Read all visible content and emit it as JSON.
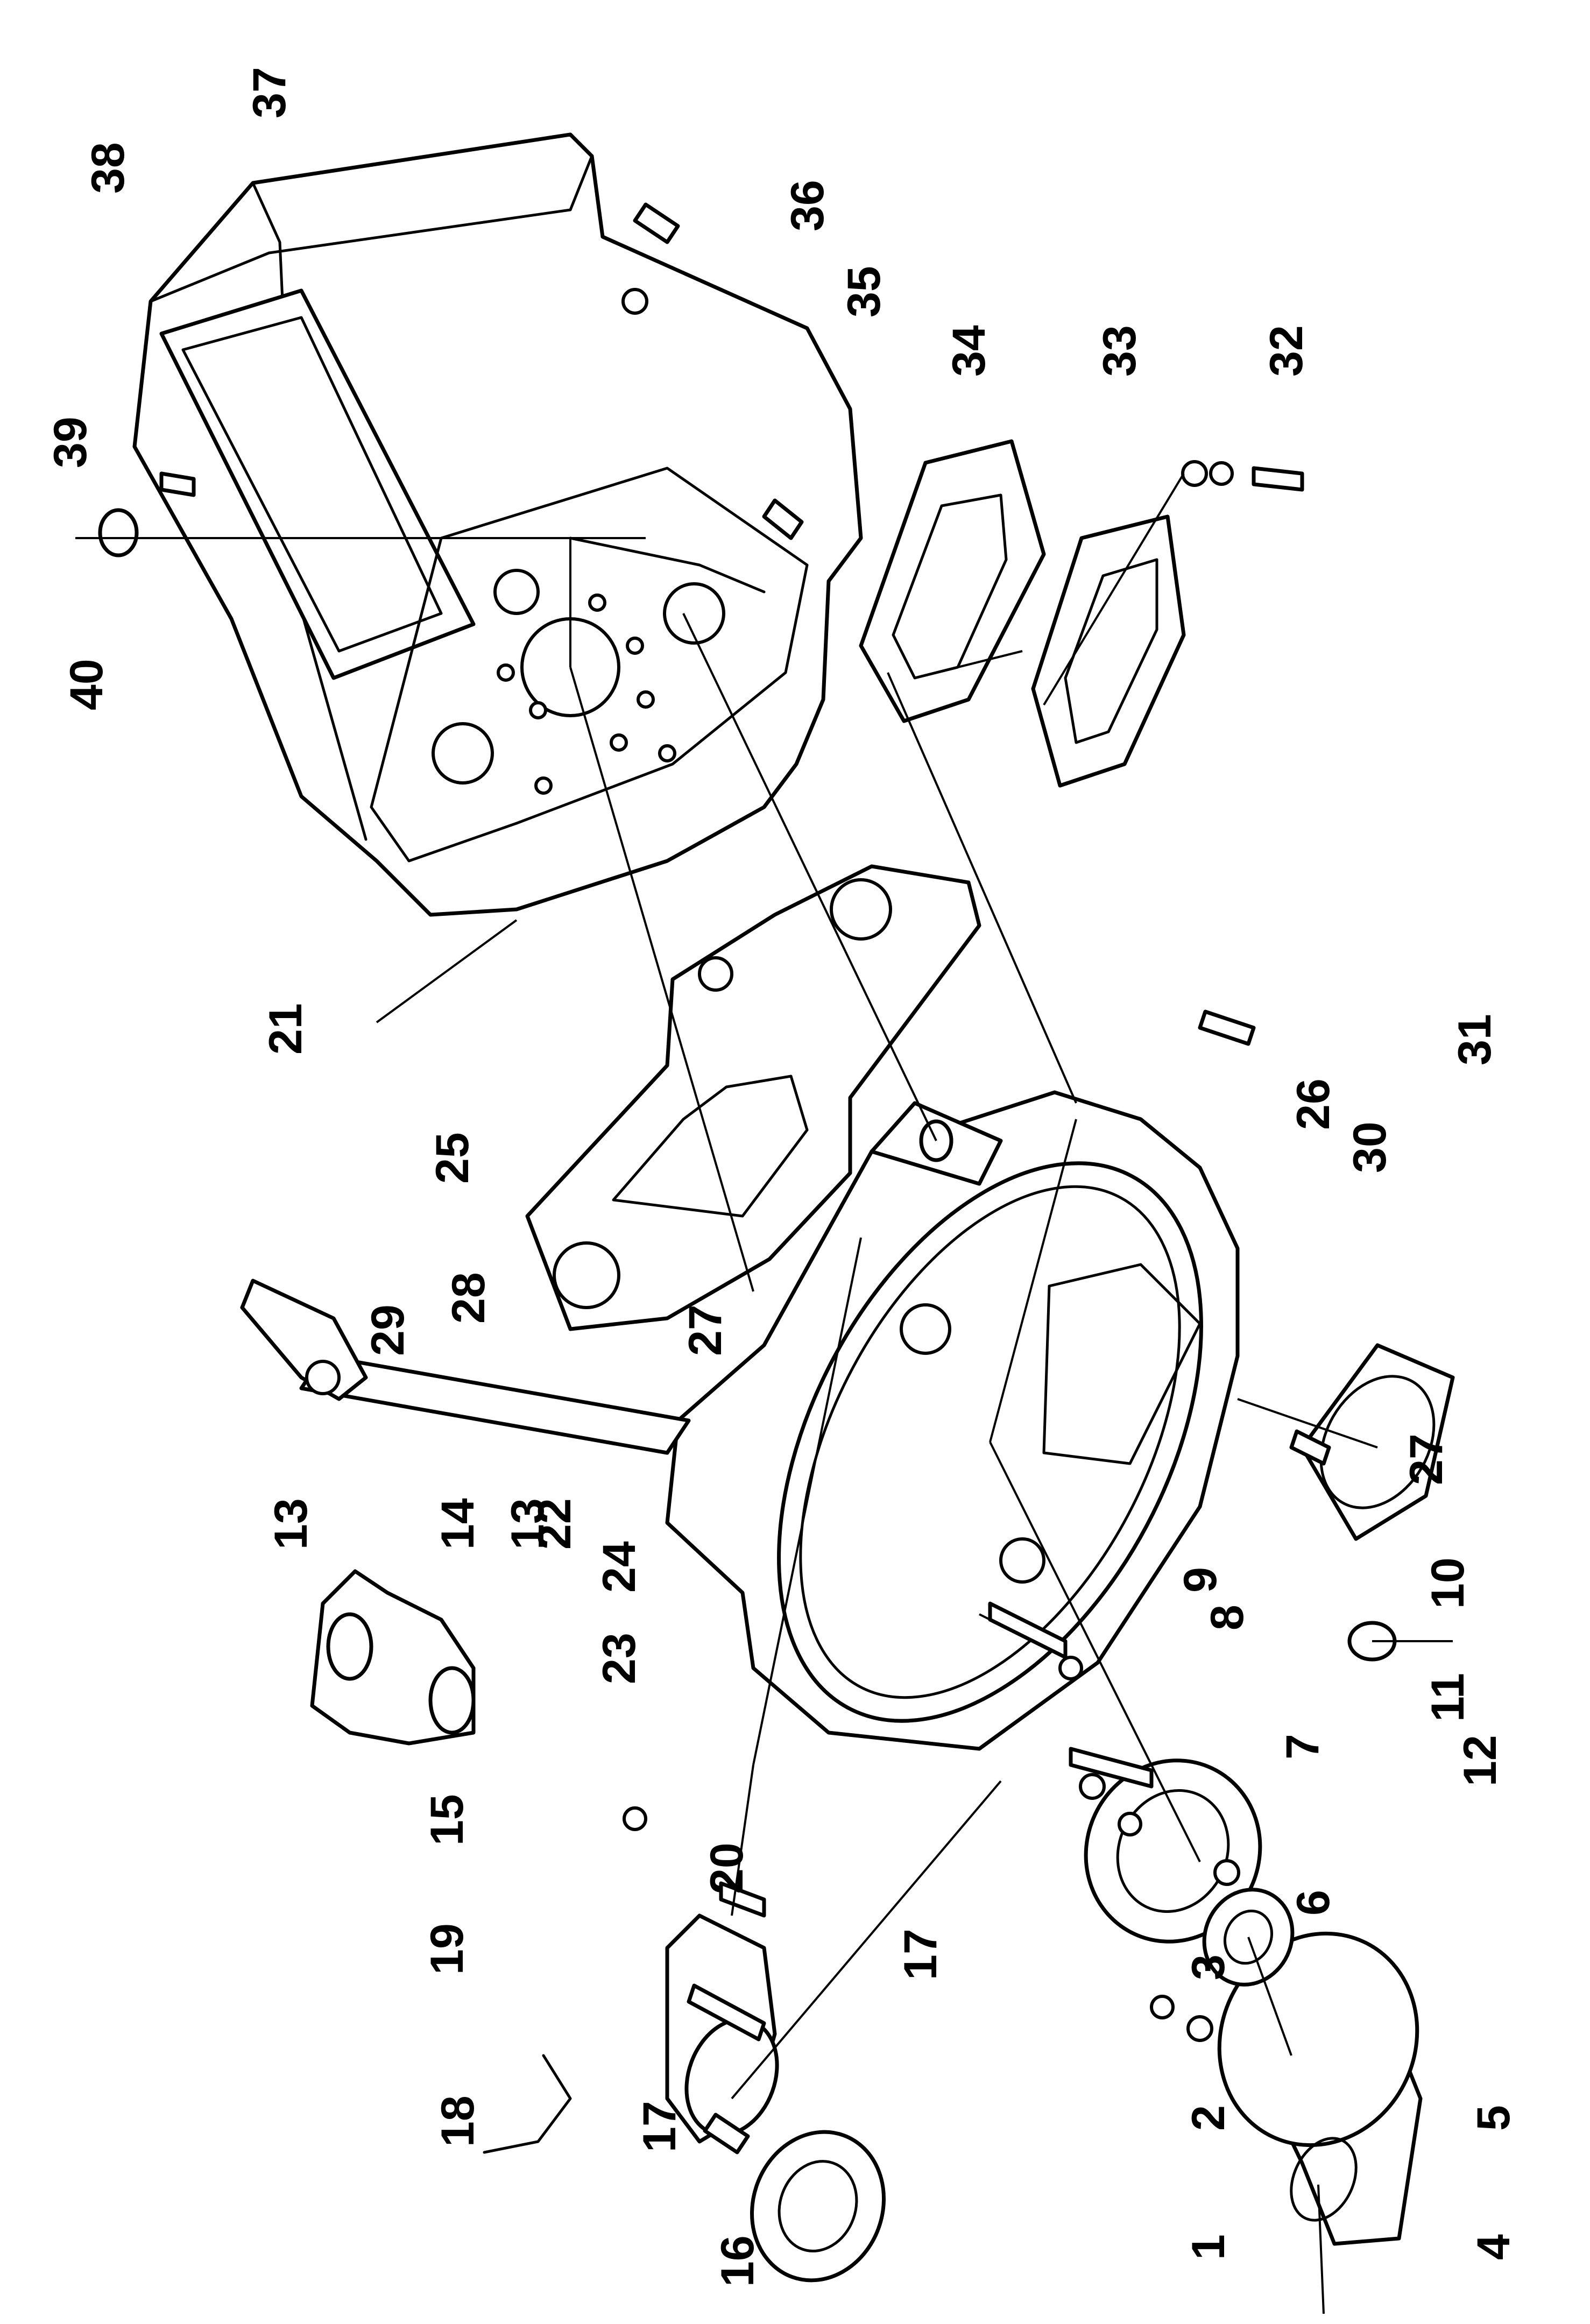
{
  "callouts": [
    "1",
    "2",
    "3",
    "4",
    "5",
    "6",
    "7",
    "8",
    "9",
    "10",
    "11",
    "12",
    "13",
    "13",
    "14",
    "15",
    "16",
    "17",
    "17",
    "18",
    "19",
    "20",
    "21",
    "22",
    "23",
    "24",
    "25",
    "26",
    "27",
    "27",
    "28",
    "29",
    "30",
    "31",
    "32",
    "33",
    "34",
    "35",
    "36",
    "37",
    "38",
    "39",
    "40"
  ],
  "colors": {
    "ink": "#000000",
    "paper": "#ffffff"
  }
}
